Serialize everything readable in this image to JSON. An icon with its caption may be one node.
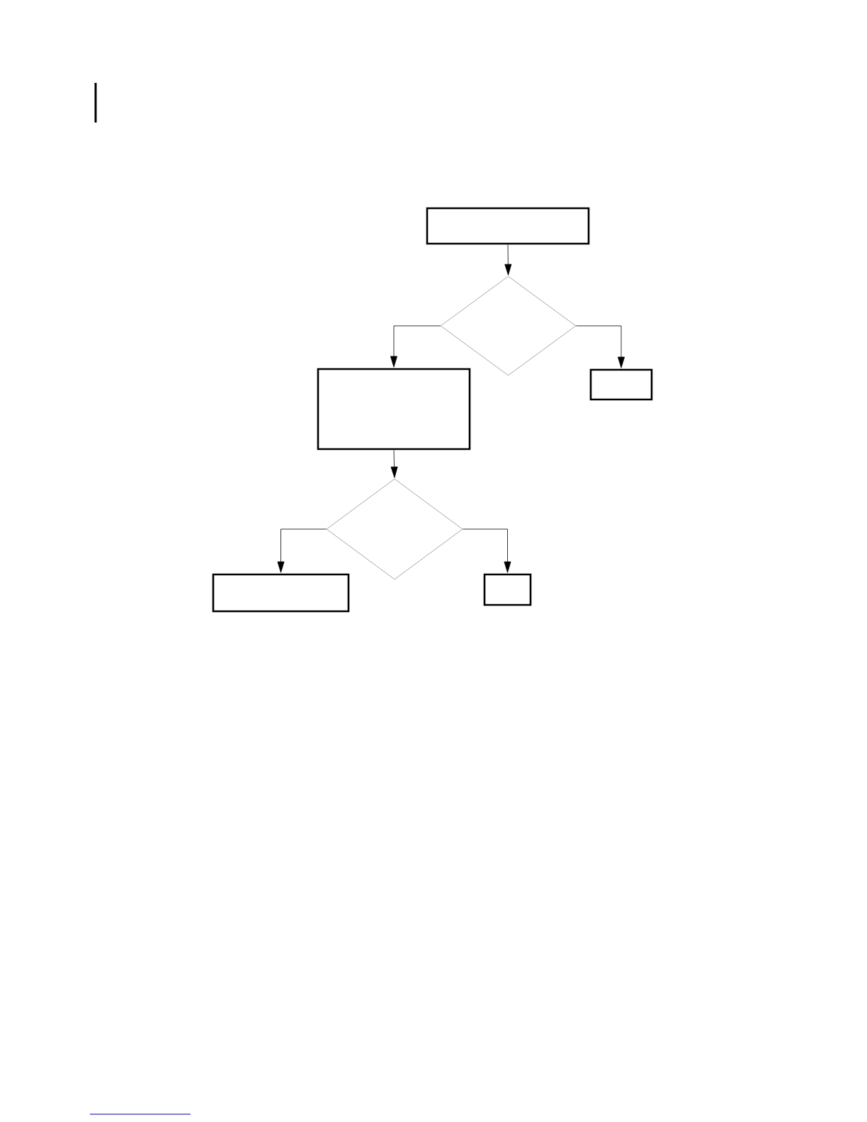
{
  "diagram": {
    "nodes": [
      {
        "text": [],
        "shape": "box"
      },
      {
        "text": [],
        "shape": "diamond"
      },
      {
        "text": [],
        "shape": "box"
      },
      {
        "text": [],
        "shape": "box"
      },
      {
        "text": [],
        "shape": "diamond"
      },
      {
        "text": [],
        "shape": "box"
      },
      {
        "text": [],
        "shape": "box"
      }
    ],
    "edges": [
      {
        "from": 0,
        "to": 1,
        "arrow": "to"
      },
      {
        "from": 1,
        "to": 2,
        "arrow": "to"
      },
      {
        "from": 1,
        "to": 3,
        "arrow": "to"
      },
      {
        "from": 2,
        "to": 4,
        "arrow": "to"
      },
      {
        "from": 4,
        "to": 5,
        "arrow": "to"
      },
      {
        "from": 4,
        "to": 6,
        "arrow": "to"
      }
    ]
  }
}
